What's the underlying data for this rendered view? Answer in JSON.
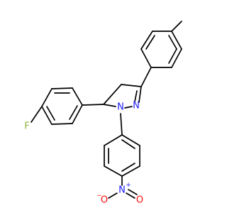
{
  "structure": {
    "atoms": {
      "fluorine": "F",
      "nitrogen_ring_1": "N",
      "nitrogen_ring_2": "N",
      "nitro_nitrogen": "N",
      "nitro_oxygen_left": "O",
      "nitro_oxygen_right": "O"
    },
    "charges": {
      "nitro_nitrogen_charge": "+",
      "nitro_oxygen_charge": "−"
    },
    "colors": {
      "bond": "#000000",
      "fluorine": "#8fb33c",
      "nitrogen": "#1c1cff",
      "oxygen": "#ff0d0d"
    }
  }
}
